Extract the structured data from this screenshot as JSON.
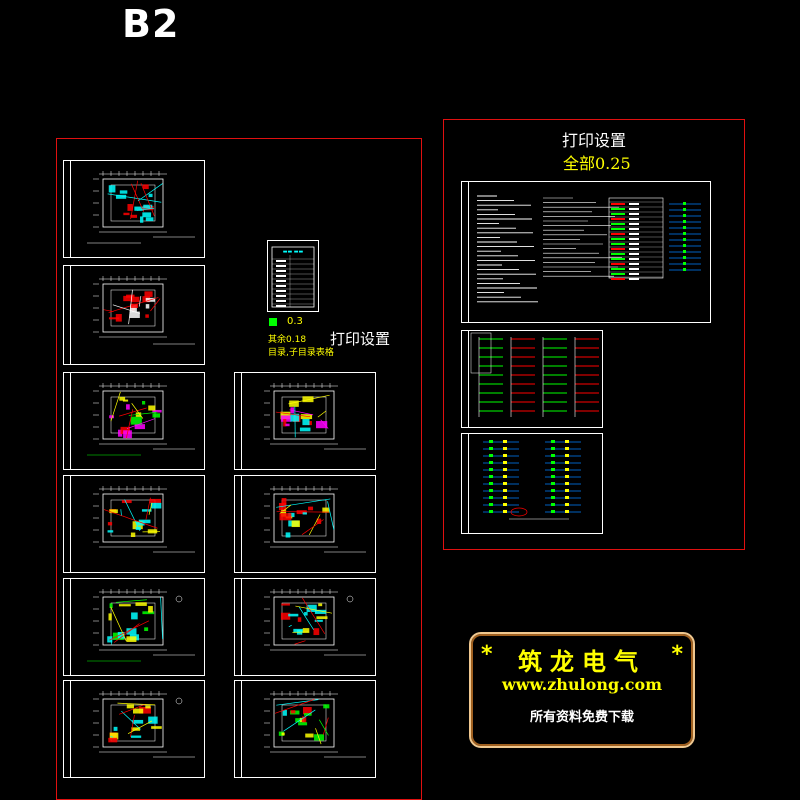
{
  "page": {
    "title": "B2"
  },
  "left_panel": {
    "print_label": "打印设置",
    "legend": {
      "swatch_color": "#00ff00",
      "scale": "0.3",
      "line1": "其余0.18",
      "line2": "目录,子目录表格"
    }
  },
  "right_panel": {
    "print_label": "打印设置",
    "print_scale": "全部0.25"
  },
  "logo": {
    "title": "筑龙电气",
    "star": "*",
    "url": "www.zhulong.com",
    "subtitle": "所有资料免费下载"
  },
  "colors": {
    "frame_red": "#e01010",
    "logo_gold": "#f0c890",
    "logo_text": "#ffff00"
  }
}
